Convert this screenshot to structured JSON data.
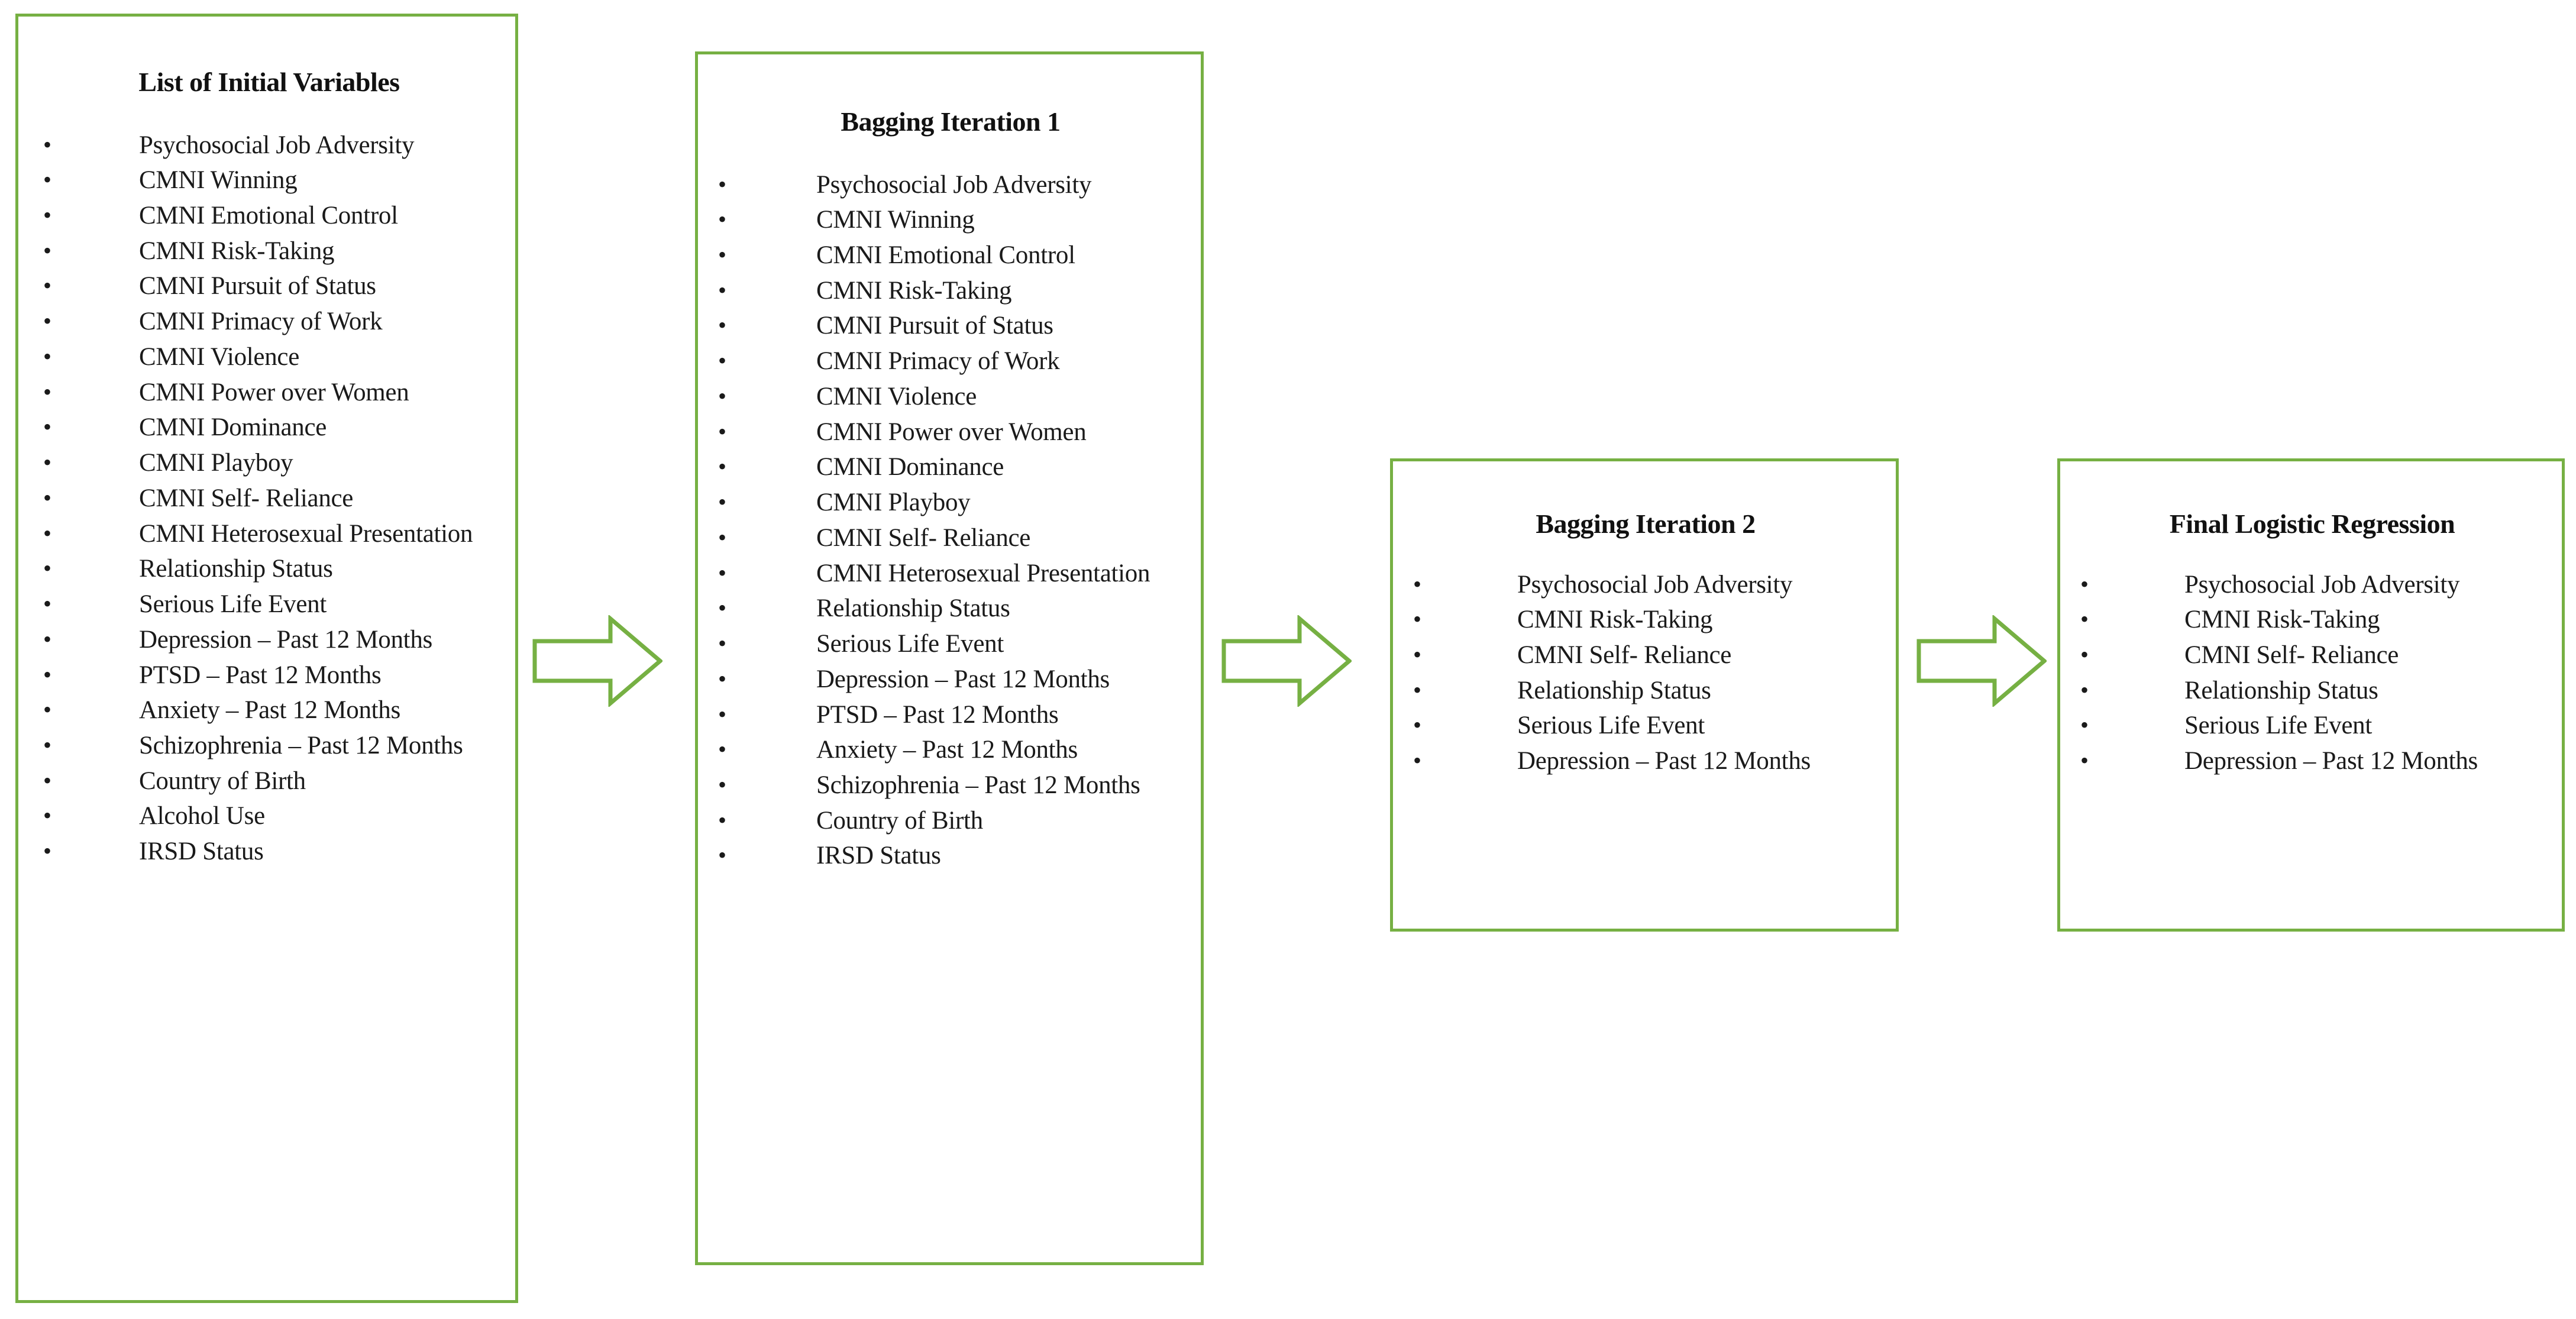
{
  "diagram": {
    "title": "Bagging-based variable selection flow",
    "accent_color": "#76b043",
    "background_color": "#ffffff",
    "text_color": "#1a1a1a",
    "bullet_glyph": "•",
    "arrow_icon_name": "right-block-arrow-icon"
  },
  "boxes": [
    {
      "id": "initial",
      "title": "List of Initial Variables",
      "items": [
        "Psychosocial Job Adversity",
        "CMNI Winning",
        "CMNI Emotional Control",
        "CMNI Risk-Taking",
        "CMNI Pursuit of Status",
        "CMNI Primacy of Work",
        "CMNI Violence",
        "CMNI Power over Women",
        "CMNI Dominance",
        "CMNI Playboy",
        "CMNI Self- Reliance",
        "CMNI Heterosexual Presentation",
        "Relationship Status",
        "Serious Life Event",
        "Depression – Past 12 Months",
        "PTSD – Past 12 Months",
        "Anxiety – Past 12 Months",
        "Schizophrenia – Past 12 Months",
        "Country of Birth",
        "Alcohol Use",
        "IRSD Status"
      ]
    },
    {
      "id": "bag1",
      "title": "Bagging Iteration 1",
      "items": [
        "Psychosocial Job Adversity",
        "CMNI Winning",
        "CMNI Emotional Control",
        "CMNI Risk-Taking",
        "CMNI Pursuit of Status",
        "CMNI Primacy of Work",
        "CMNI Violence",
        "CMNI Power over Women",
        "CMNI Dominance",
        "CMNI Playboy",
        "CMNI Self- Reliance",
        "CMNI Heterosexual Presentation",
        "Relationship Status",
        "Serious Life Event",
        "Depression – Past 12 Months",
        "PTSD – Past 12 Months",
        "Anxiety – Past 12 Months",
        "Schizophrenia – Past 12 Months",
        "Country of Birth",
        "IRSD Status"
      ]
    },
    {
      "id": "bag2",
      "title": "Bagging Iteration 2",
      "items": [
        "Psychosocial Job Adversity",
        "CMNI Risk-Taking",
        "CMNI Self- Reliance",
        "Relationship Status",
        "Serious Life Event",
        "Depression – Past 12 Months"
      ]
    },
    {
      "id": "final",
      "title": "Final Logistic Regression",
      "items": [
        "Psychosocial Job Adversity",
        "CMNI Risk-Taking",
        "CMNI Self- Reliance",
        "Relationship Status",
        "Serious Life Event",
        "Depression – Past 12 Months"
      ]
    }
  ],
  "arrows": [
    {
      "id": "arrow-1",
      "from": "initial",
      "to": "bag1",
      "label": ""
    },
    {
      "id": "arrow-2",
      "from": "bag1",
      "to": "bag2",
      "label": ""
    },
    {
      "id": "arrow-3",
      "from": "bag2",
      "to": "final",
      "label": ""
    }
  ]
}
